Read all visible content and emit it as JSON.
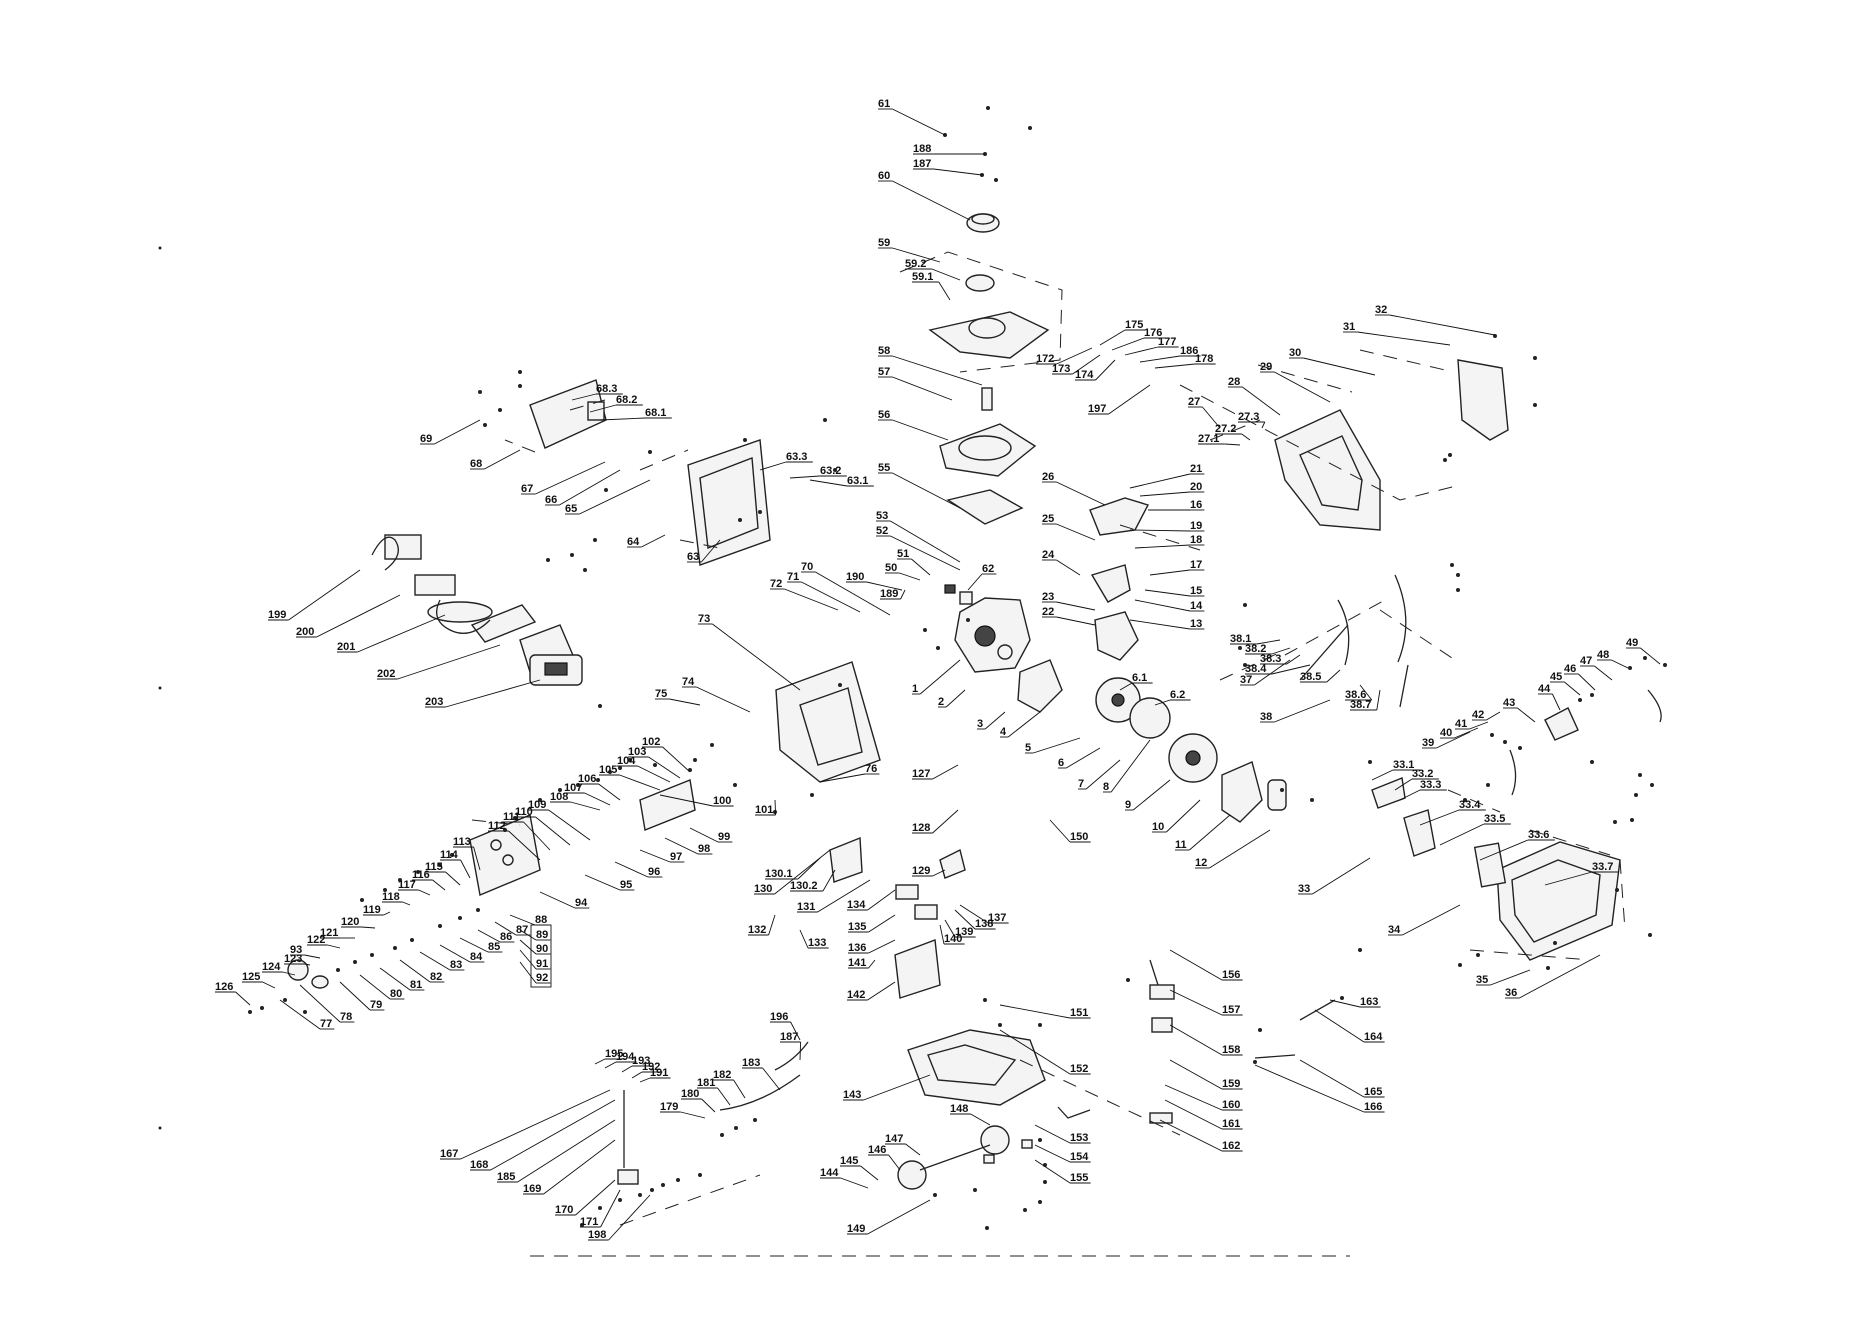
{
  "title": "Exploded parts diagram",
  "callouts": [
    "1",
    "2",
    "3",
    "4",
    "5",
    "6",
    "6.1",
    "6.2",
    "7",
    "8",
    "9",
    "10",
    "11",
    "12",
    "13",
    "14",
    "15",
    "16",
    "17",
    "18",
    "19",
    "20",
    "21",
    "22",
    "23",
    "24",
    "25",
    "26",
    "27",
    "27.1",
    "27.2",
    "27.3",
    "28",
    "29",
    "30",
    "31",
    "32",
    "33",
    "33.1",
    "33.2",
    "33.3",
    "33.4",
    "33.5",
    "33.6",
    "33.7",
    "34",
    "35",
    "36",
    "37",
    "38",
    "38.1",
    "38.2",
    "38.3",
    "38.4",
    "38.5",
    "38.6",
    "38.7",
    "39",
    "40",
    "41",
    "42",
    "43",
    "44",
    "45",
    "46",
    "47",
    "48",
    "49",
    "50",
    "51",
    "52",
    "53",
    "55",
    "56",
    "57",
    "58",
    "59",
    "59.1",
    "59.2",
    "60",
    "61",
    "62",
    "63",
    "63.1",
    "63.2",
    "63.3",
    "64",
    "65",
    "66",
    "67",
    "68",
    "68.1",
    "68.2",
    "68.3",
    "69",
    "70",
    "71",
    "72",
    "73",
    "74",
    "75",
    "76",
    "77",
    "78",
    "79",
    "80",
    "81",
    "82",
    "83",
    "84",
    "85",
    "86",
    "87",
    "88",
    "89",
    "90",
    "91",
    "92",
    "93",
    "94",
    "95",
    "96",
    "97",
    "98",
    "99",
    "100",
    "101",
    "102",
    "103",
    "104",
    "105",
    "106",
    "107",
    "108",
    "109",
    "110",
    "111",
    "112",
    "113",
    "114",
    "115",
    "116",
    "117",
    "118",
    "119",
    "120",
    "121",
    "122",
    "123",
    "124",
    "125",
    "126",
    "127",
    "128",
    "129",
    "130",
    "130.1",
    "130.2",
    "131",
    "132",
    "133",
    "134",
    "135",
    "136",
    "137",
    "138",
    "139",
    "140",
    "141",
    "142",
    "143",
    "144",
    "145",
    "146",
    "147",
    "148",
    "149",
    "150",
    "151",
    "152",
    "153",
    "154",
    "155",
    "156",
    "157",
    "158",
    "159",
    "160",
    "161",
    "162",
    "163",
    "164",
    "165",
    "166",
    "167",
    "168",
    "169",
    "170",
    "171",
    "172",
    "173",
    "174",
    "175",
    "176",
    "177",
    "178",
    "179",
    "180",
    "181",
    "182",
    "183",
    "185",
    "186",
    "187",
    "188",
    "189",
    "190",
    "191",
    "192",
    "193",
    "194",
    "195",
    "196",
    "197",
    "198",
    "199",
    "200",
    "201",
    "202",
    "203"
  ]
}
